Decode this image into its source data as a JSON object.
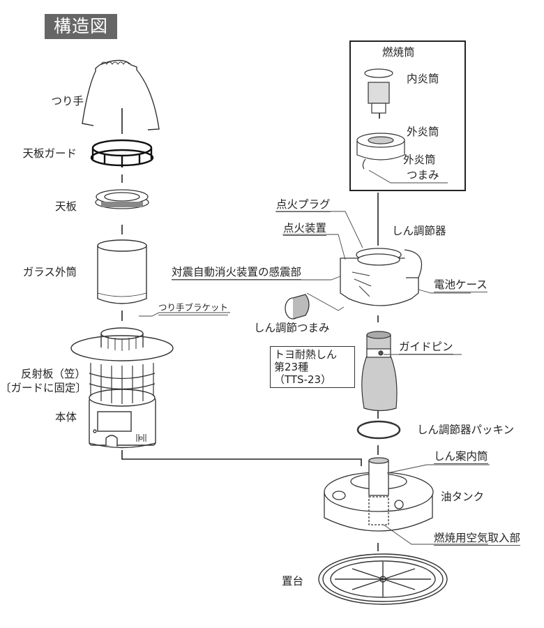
{
  "title": "構造図",
  "labels": {
    "handle": "つり手",
    "top_guard": "天板ガード",
    "top_plate": "天板",
    "glass_cylinder": "ガラス外筒",
    "handle_bracket": "つり手ブラケット",
    "reflector_line1": "反射板（笠）",
    "reflector_line2": "〔ガードに固定〕",
    "body": "本体",
    "combustion_cylinder": "燃焼筒",
    "inner_flame_cylinder": "内炎筒",
    "outer_flame_cylinder": "外炎筒",
    "outer_knob_line1": "外炎筒",
    "outer_knob_line2": "つまみ",
    "ignition_plug": "点火プラグ",
    "ignition_device": "点火装置",
    "wick_adjuster": "しん調節器",
    "seismic_sensor": "対震自動消火装置の感震部",
    "battery_case": "電池ケース",
    "wick_knob": "しん調節つまみ",
    "guide_pin": "ガイドピン",
    "wick_adjuster_packing": "しん調節器パッキン",
    "wick_guide_tube": "しん案内筒",
    "oil_tank": "油タンク",
    "air_intake": "燃焼用空気取入部",
    "base_stand": "置台"
  },
  "wick_spec": {
    "line1": "トヨ耐熱しん",
    "line2": "第23種",
    "line3": "（TTS-23）"
  }
}
